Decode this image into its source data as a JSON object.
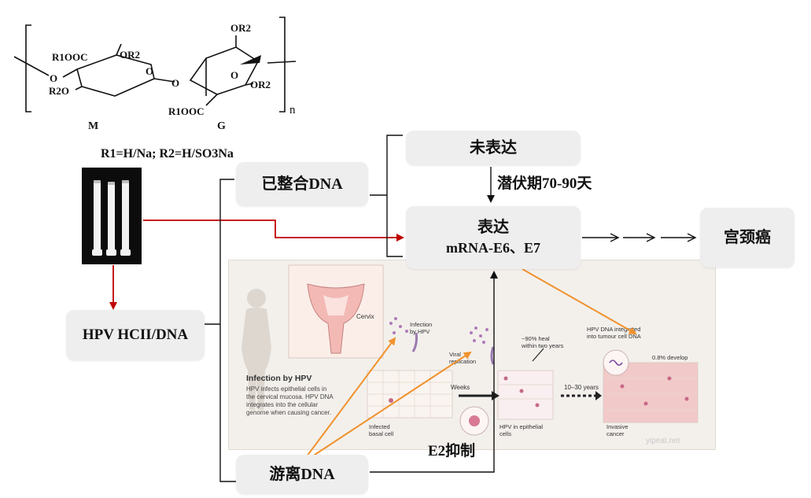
{
  "structure": {
    "atoms": [
      "OR2",
      "OR2",
      "R1OOC",
      "R2O",
      "O",
      "O",
      "O",
      "O",
      "OR2",
      "R1OOC"
    ],
    "m_label": "M",
    "g_label": "G",
    "repeat": "n",
    "substituents": "R1=H/Na; R2=H/SO3Na"
  },
  "boxes": {
    "hpv": "HPV HCII/DNA",
    "integrated": "已整合DNA",
    "free": "游离DNA",
    "not_expressed": "未表达",
    "expressed_line1": "表达",
    "expressed_line2": "mRNA-E6、E7",
    "cancer": "宫颈癌"
  },
  "labels": {
    "latency": "潜伏期70-90天",
    "e2": "E2抑制"
  },
  "illustration": {
    "cervix": "Cervix",
    "infection_by_hpv": "Infection\nby HPV",
    "viral_replication": "Viral\nreplication",
    "heal": "~90% heal\nwithin two years",
    "integrated": "HPV DNA integrated\ninto tumour cell DNA",
    "develop": "0.8% develop\ncancer",
    "title": "Infection by HPV",
    "desc": "HPV infects epithelial cells in\nthe cervical mucosa. HPV DNA\nintegrates into the cellular\ngenome when causing cancer.",
    "weeks": "Weeks",
    "years": "10–30 years",
    "infected": "Infected\nbasal cell",
    "in_epithelial": "HPV in epithelial\ncells",
    "invasive": "Invasive\ncancer",
    "watermark": "yipeat.net"
  },
  "colors": {
    "red_arrow": "#c00000",
    "orange_arrow": "#f0922e",
    "box_bg": "#eeeeee"
  }
}
